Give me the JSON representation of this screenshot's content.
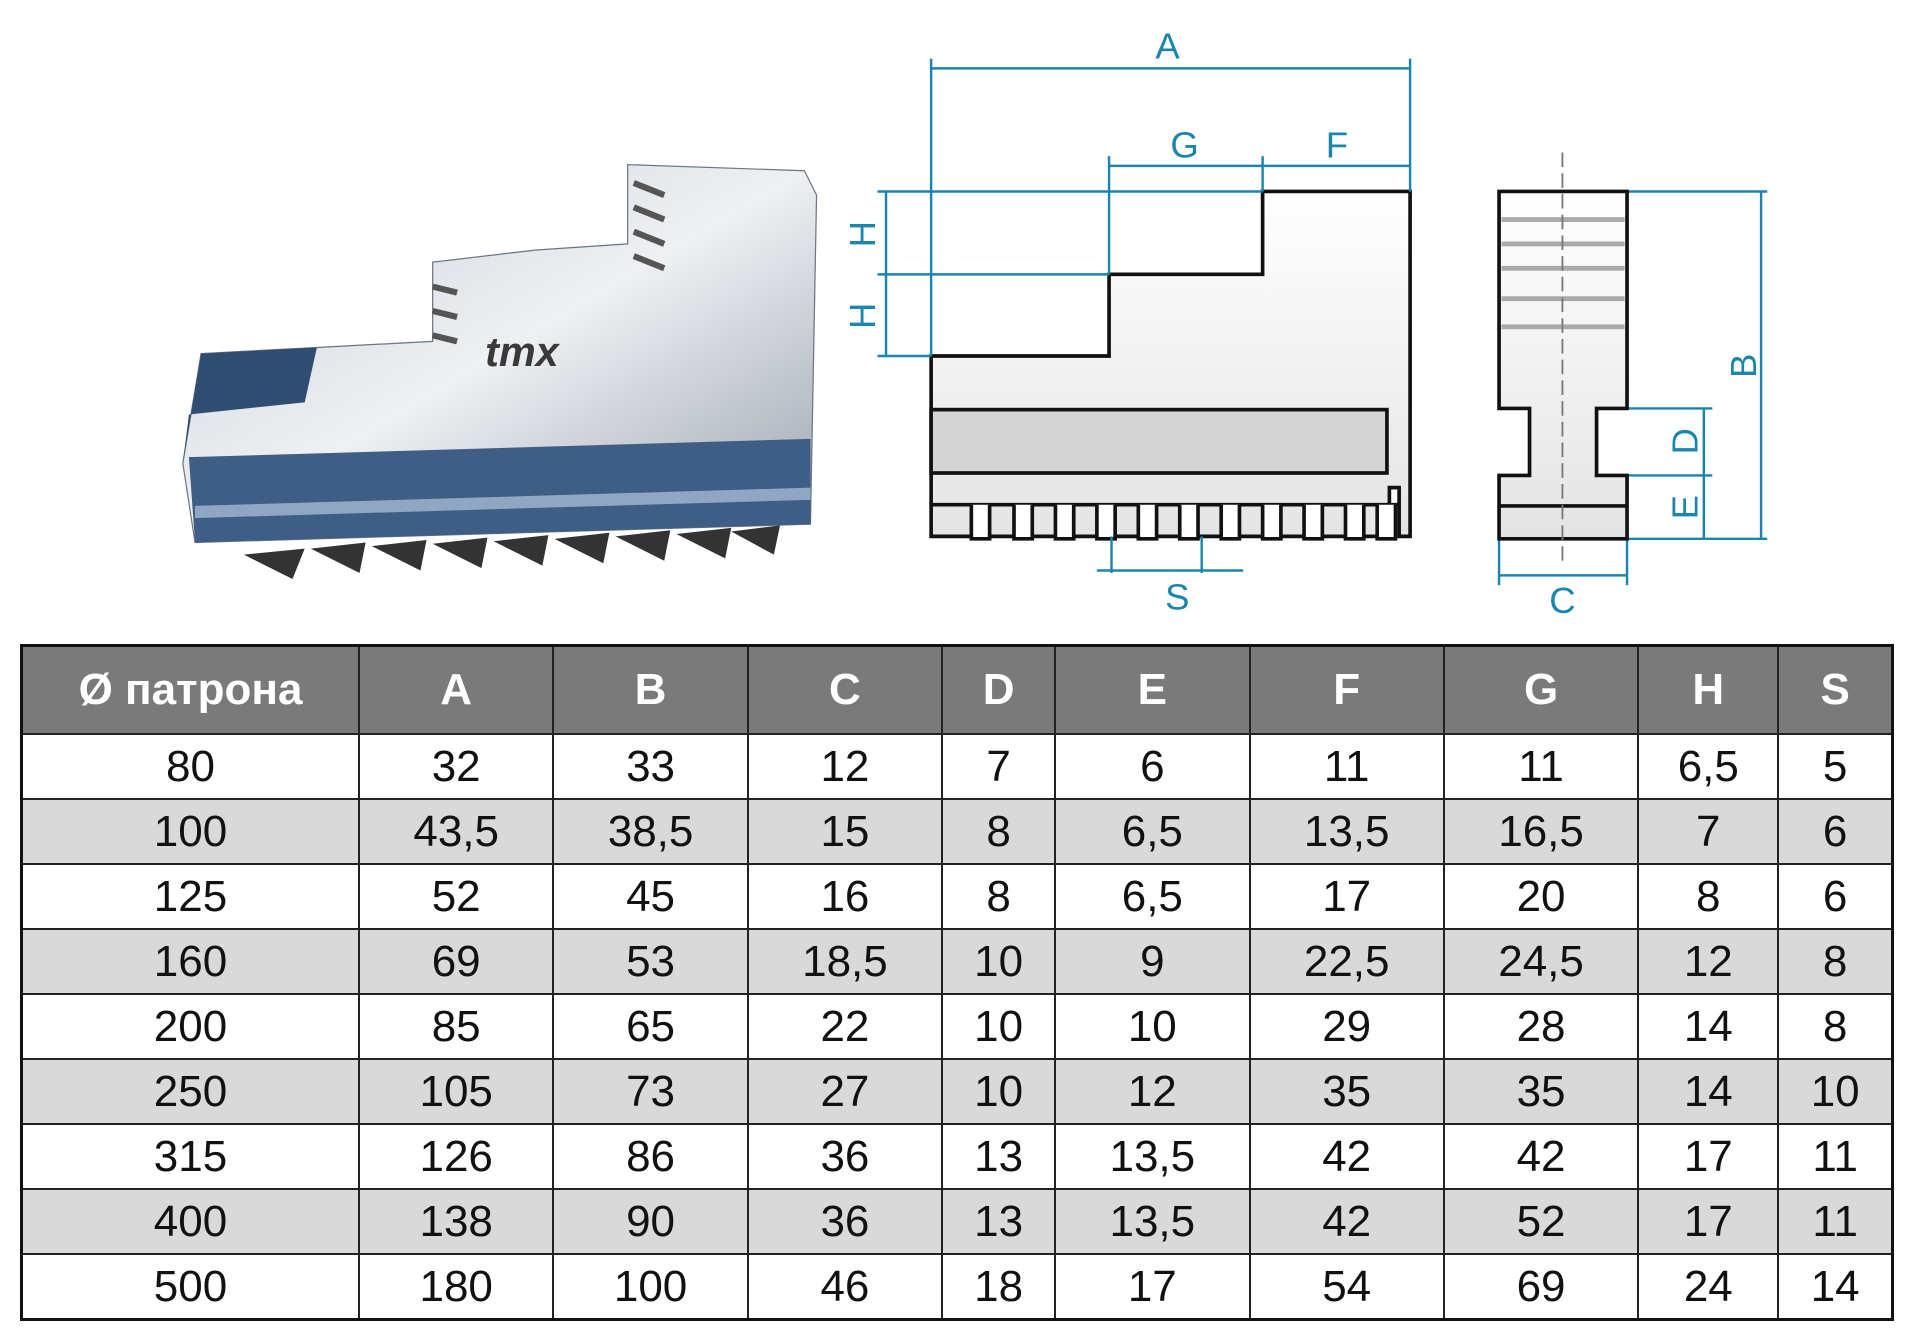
{
  "drawing": {
    "logo": "tmx",
    "labels": {
      "A": "A",
      "G": "G",
      "F": "F",
      "H1": "H",
      "H2": "H",
      "S": "S",
      "B": "B",
      "D": "D",
      "E": "E",
      "C": "C"
    },
    "accent_color": "#1a86b0"
  },
  "table": {
    "headers": [
      "Ø патрона",
      "A",
      "B",
      "C",
      "D",
      "E",
      "F",
      "G",
      "H",
      "S"
    ],
    "rows": [
      [
        "80",
        "32",
        "33",
        "12",
        "7",
        "6",
        "11",
        "11",
        "6,5",
        "5"
      ],
      [
        "100",
        "43,5",
        "38,5",
        "15",
        "8",
        "6,5",
        "13,5",
        "16,5",
        "7",
        "6"
      ],
      [
        "125",
        "52",
        "45",
        "16",
        "8",
        "6,5",
        "17",
        "20",
        "8",
        "6"
      ],
      [
        "160",
        "69",
        "53",
        "18,5",
        "10",
        "9",
        "22,5",
        "24,5",
        "12",
        "8"
      ],
      [
        "200",
        "85",
        "65",
        "22",
        "10",
        "10",
        "29",
        "28",
        "14",
        "8"
      ],
      [
        "250",
        "105",
        "73",
        "27",
        "10",
        "12",
        "35",
        "35",
        "14",
        "10"
      ],
      [
        "315",
        "126",
        "86",
        "36",
        "13",
        "13,5",
        "42",
        "42",
        "17",
        "11"
      ],
      [
        "400",
        "138",
        "90",
        "36",
        "13",
        "13,5",
        "42",
        "52",
        "17",
        "11"
      ],
      [
        "500",
        "180",
        "100",
        "46",
        "18",
        "17",
        "54",
        "69",
        "24",
        "14"
      ]
    ]
  }
}
